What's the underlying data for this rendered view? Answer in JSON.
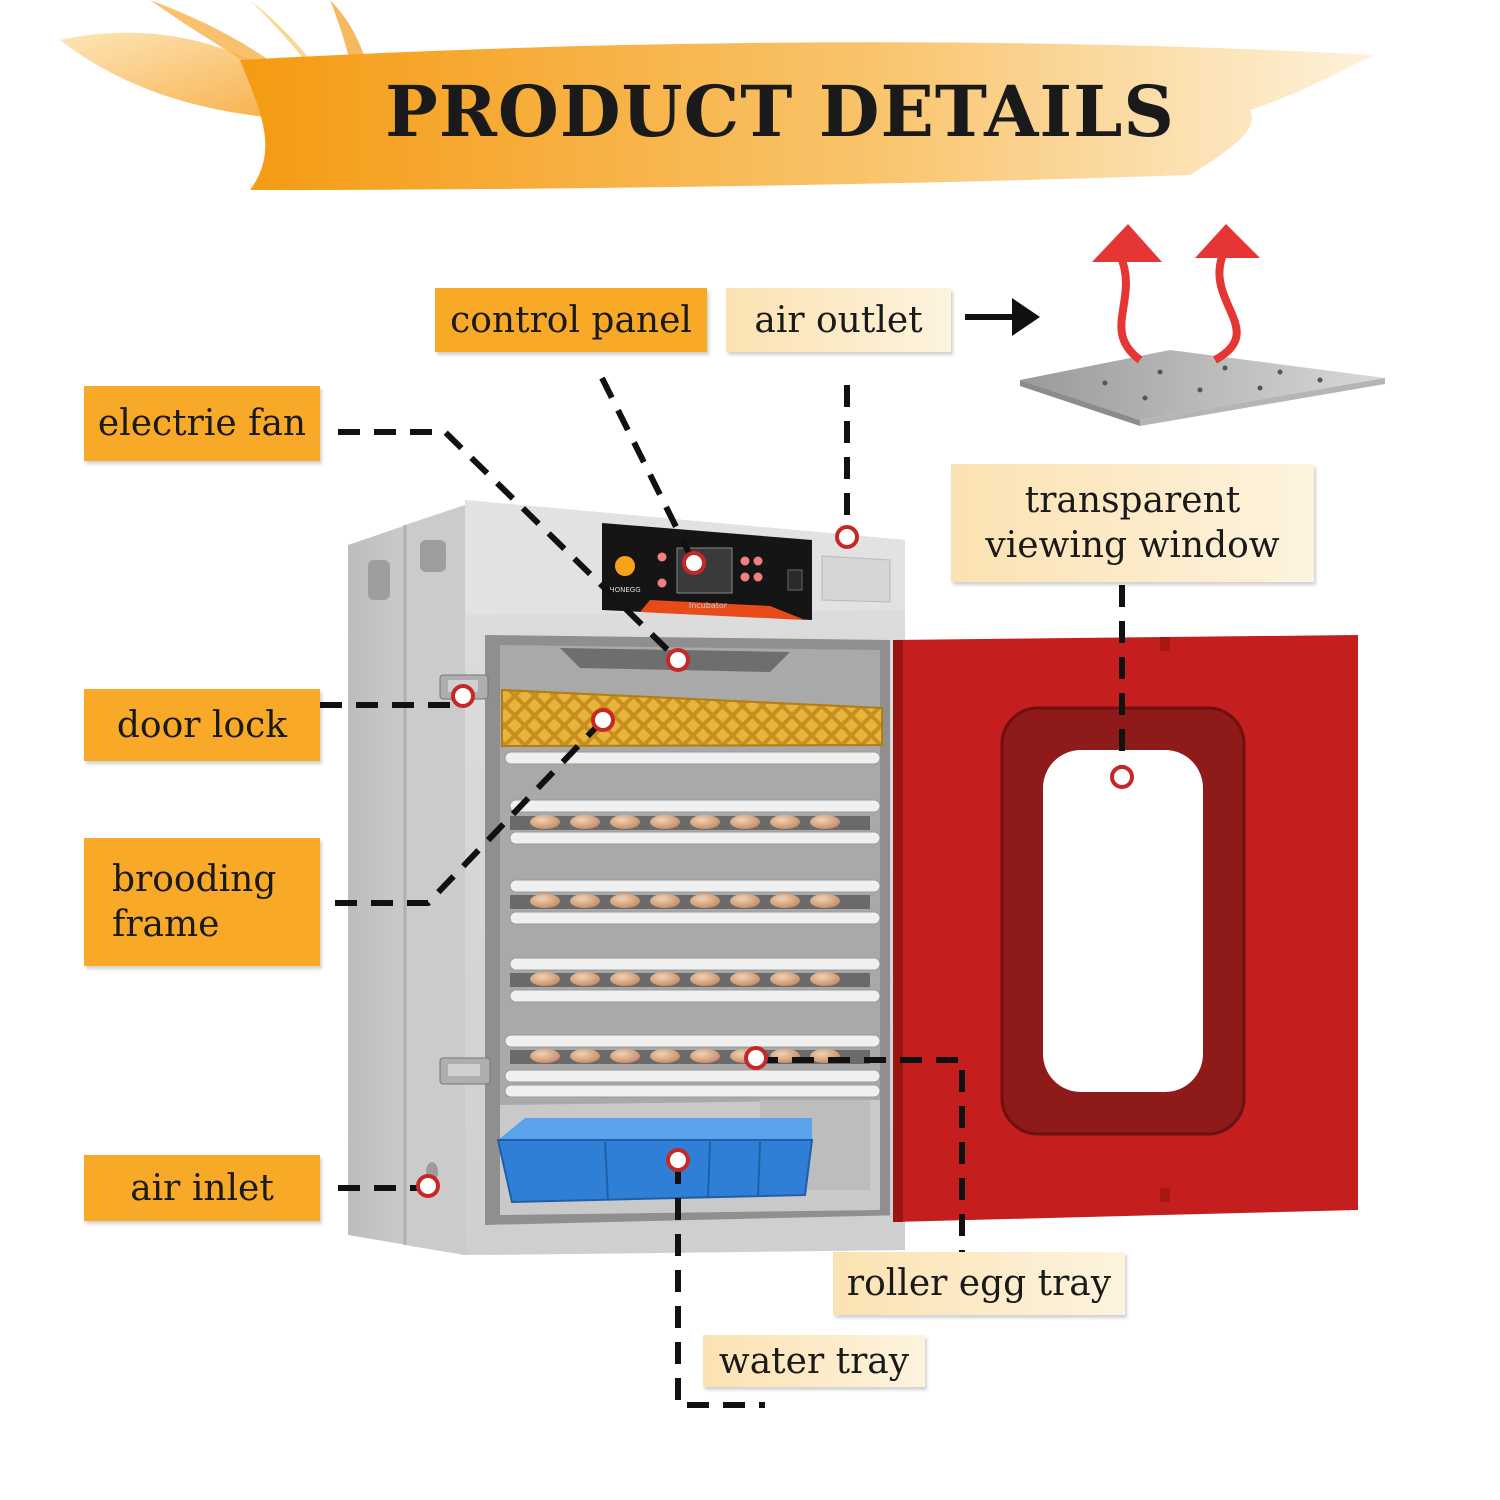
{
  "title": "PRODUCT DETAILS",
  "brand": "HONEGG",
  "panel_label": "Incubator",
  "callouts": {
    "control_panel": "control panel",
    "air_outlet": "air outlet",
    "electric_fan": "electrie fan",
    "transparent_window_line1": "transparent",
    "transparent_window_line2": "viewing window",
    "door_lock": "door lock",
    "brooding_frame_line1": "brooding",
    "brooding_frame_line2": "frame",
    "air_inlet": "air inlet",
    "roller_egg_tray": "roller egg tray",
    "water_tray": "water tray"
  },
  "colors": {
    "label_orange": "#f8a928",
    "label_cream": "#fde9c3",
    "door_red": "#c41e1e",
    "cabinet_gray": "#d9d9d9",
    "brooding_frame_yellow": "#e7b53d",
    "water_tray_blue": "#2f7fd6",
    "arrow_red": "#e53535",
    "marker_red": "#c62828"
  }
}
